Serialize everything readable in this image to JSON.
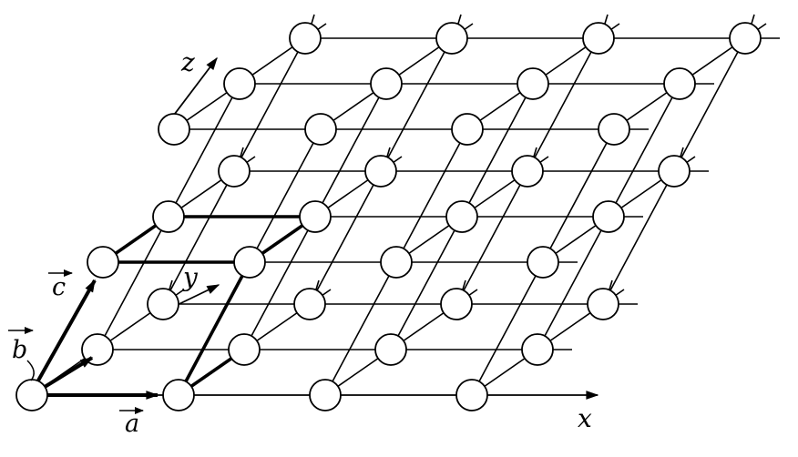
{
  "labels": {
    "axis_x": "x",
    "axis_y": "y",
    "axis_z": "z",
    "vector_a": "a",
    "vector_b": "b",
    "vector_c": "c"
  },
  "lattice": {
    "x_count": 4,
    "y_count": 3,
    "z_count": 3
  },
  "colors": {
    "ink": "#000000",
    "background": "#ffffff"
  }
}
